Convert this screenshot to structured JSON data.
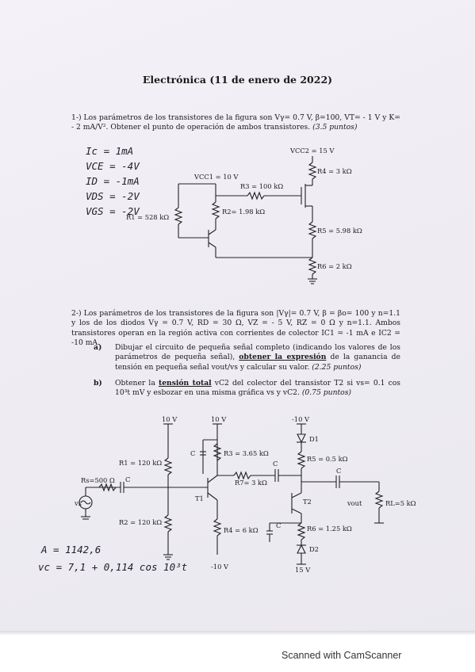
{
  "title": "Electrónica (11 de enero de 2022)",
  "q1": {
    "prefix": "1-) ",
    "text": "Los parámetros de los transistores de la figura son Vγ= 0.7 V, β=100, VT= - 1 V y K= - 2 mA/V². Obtener el punto de operación de ambos transistores. ",
    "points": "(3.5 puntos)"
  },
  "answers1": [
    "Ic = 1mA",
    "VCE = -4V",
    "ID = -1mA",
    "VDS = -2V",
    "VGS = -2V"
  ],
  "circuit1": {
    "vcc2": "VCC2 = 15 V",
    "vcc1": "VCC1 = 10 V",
    "r4": "R4 = 3 kΩ",
    "r3": "R3 = 100 kΩ",
    "r2": "R2= 1.98 kΩ",
    "r1": "R1 = 528 kΩ",
    "r5": "R5 = 5.98 kΩ",
    "r6": "R6 = 2 kΩ"
  },
  "q2": {
    "prefix": "2-) ",
    "text": "Los parámetros de los transistores de la figura son |Vγ|= 0.7 V, β = βo= 100 y n=1.1 y los de los diodos Vγ = 0.7 V, RD = 30 Ω, VZ = - 5 V, RZ = 0 Ω y n=1.1. Ambos transistores operan en la región activa con corrientes de colector IC1 = -1 mA e IC2 = -10 mA."
  },
  "qa": {
    "label": "a)",
    "t1": "Dibujar el circuito de pequeña señal completo (indicando los valores de los parámetros de pequeña señal), ",
    "u": "obtener la expresión",
    "t2": " de la ganancia de tensión en pequeña señal vout/vs y calcular su valor. ",
    "points": "(2.25 puntos)"
  },
  "qb": {
    "label": "b)",
    "t1": "Obtener la ",
    "u": "tensión total",
    "t2": " vC2 del colector del transistor T2 si vs= 0.1 cos 10³t mV y esbozar en una misma gráfica vs y vC2. ",
    "points": "(0.75 puntos)"
  },
  "circuit2": {
    "v10a": "10 V",
    "v10b": "10 V",
    "vm10top": "-10 V",
    "vm10bot": "-10 V",
    "v15": "15 V",
    "r1": "R1 = 120 kΩ",
    "r2": "R2 = 120 kΩ",
    "rs": "Rs=500 Ω",
    "r3": "R3 = 3.65 kΩ",
    "r7": "R7= 3 kΩ",
    "r4": "R4 = 6 kΩ",
    "r5": "R5 = 0.5 kΩ",
    "r6": "R6 = 1.25 kΩ",
    "rl": "RL=5 kΩ",
    "c": "C",
    "t1": "T1",
    "t2": "T2",
    "d1": "D1",
    "d2": "D2",
    "vs": "vs",
    "vout": "vout"
  },
  "answers2": [
    "A = 1142,6",
    "vc = 7,1 + 0,114 cos 10³t"
  ],
  "footer": "Scanned with CamScanner"
}
